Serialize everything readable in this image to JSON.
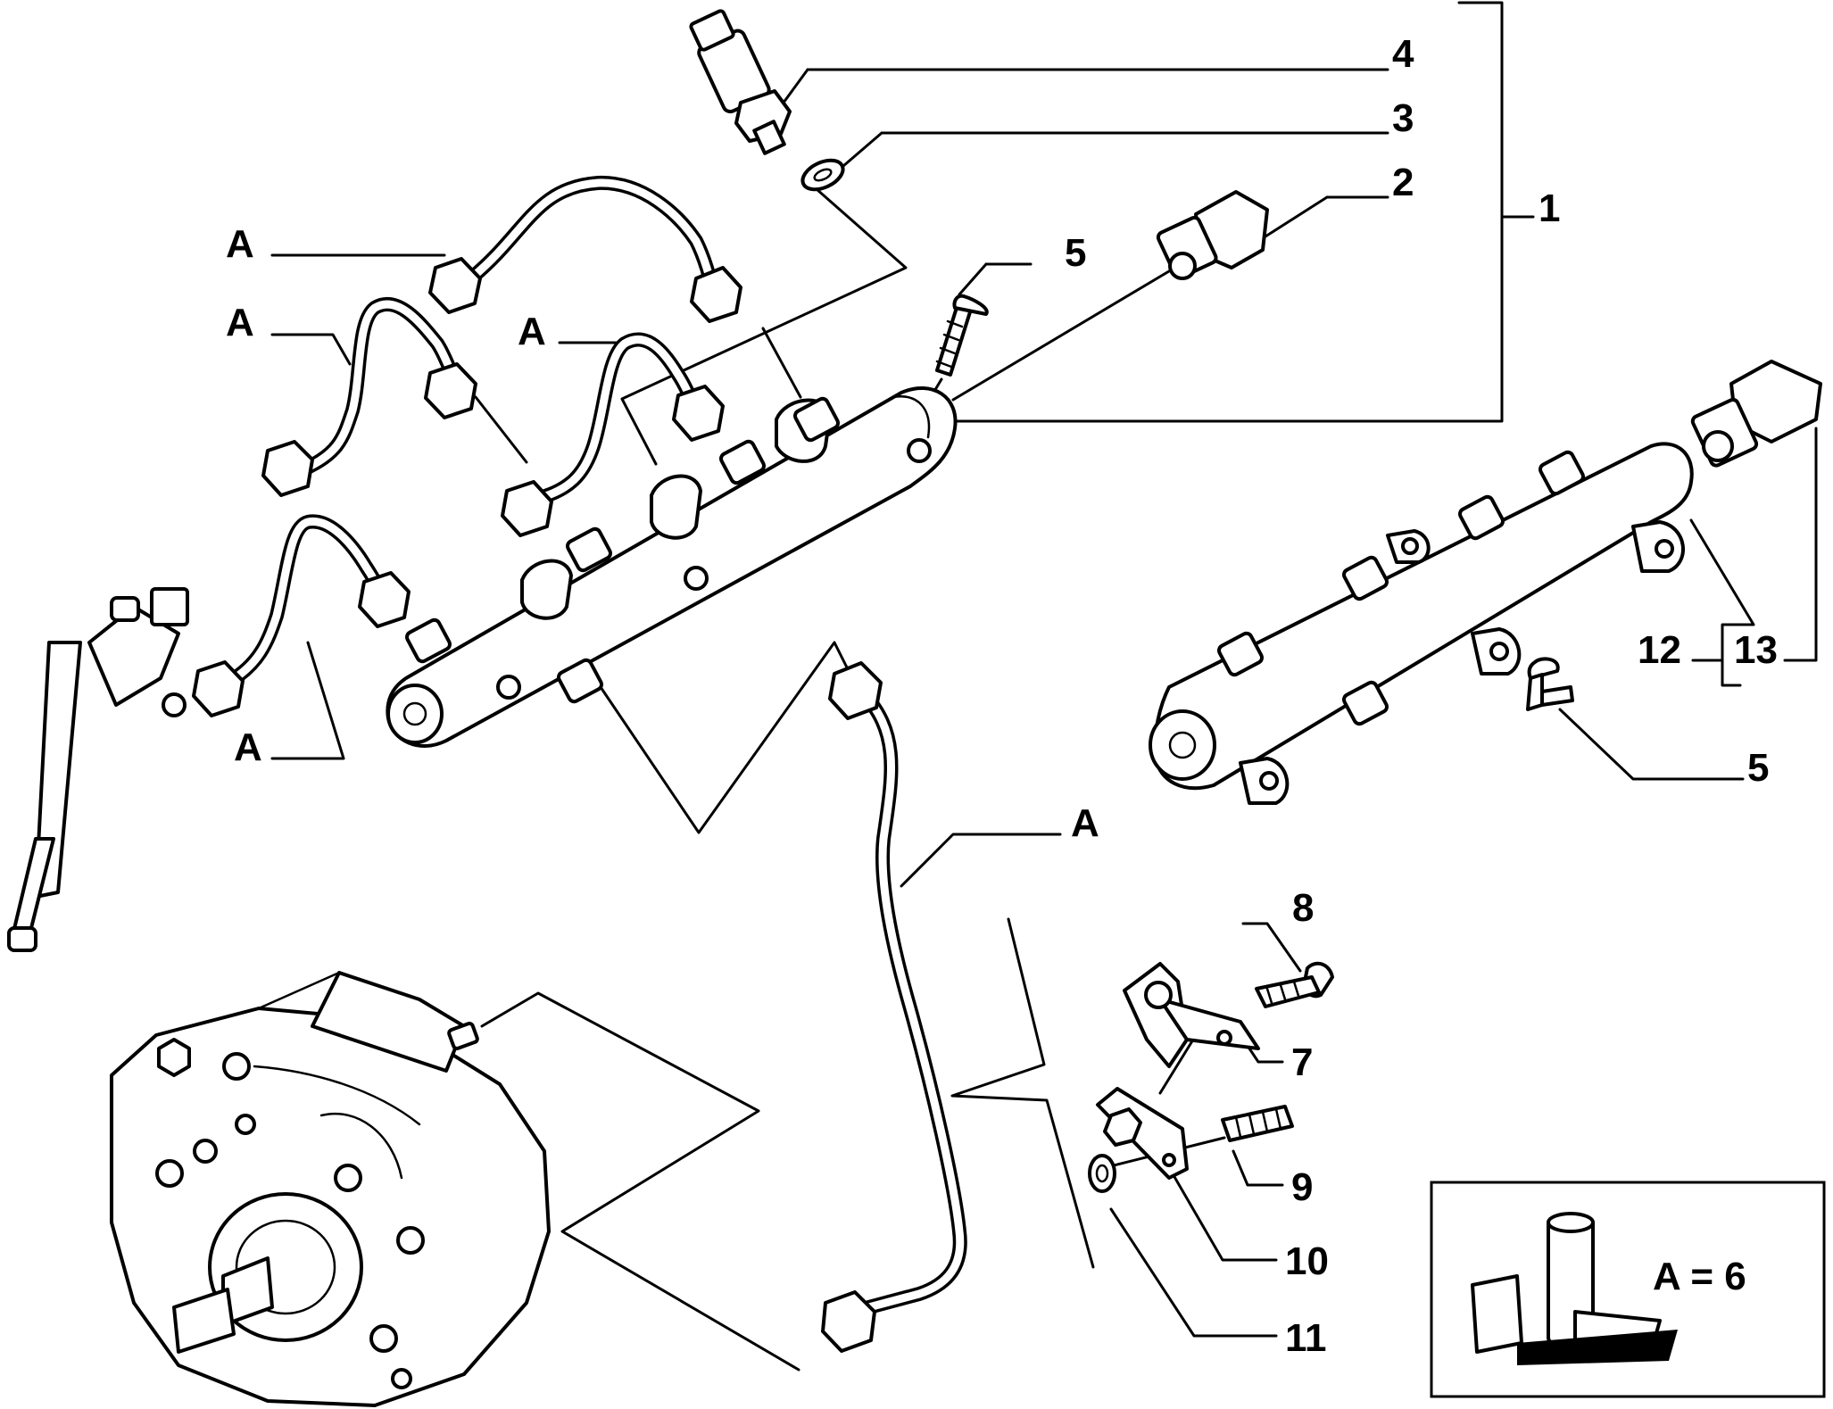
{
  "diagram": {
    "callouts": {
      "c1": "1",
      "c2": "2",
      "c3": "3",
      "c4": "4",
      "c5_top": "5",
      "c5_bottom": "5",
      "c7": "7",
      "c8": "8",
      "c9": "9",
      "c10": "10",
      "c11": "11",
      "c12": "12",
      "c13": "13",
      "a1": "A",
      "a2": "A",
      "a3": "A",
      "a4": "A",
      "a5": "A"
    },
    "legend": {
      "equation": "A = 6"
    }
  }
}
